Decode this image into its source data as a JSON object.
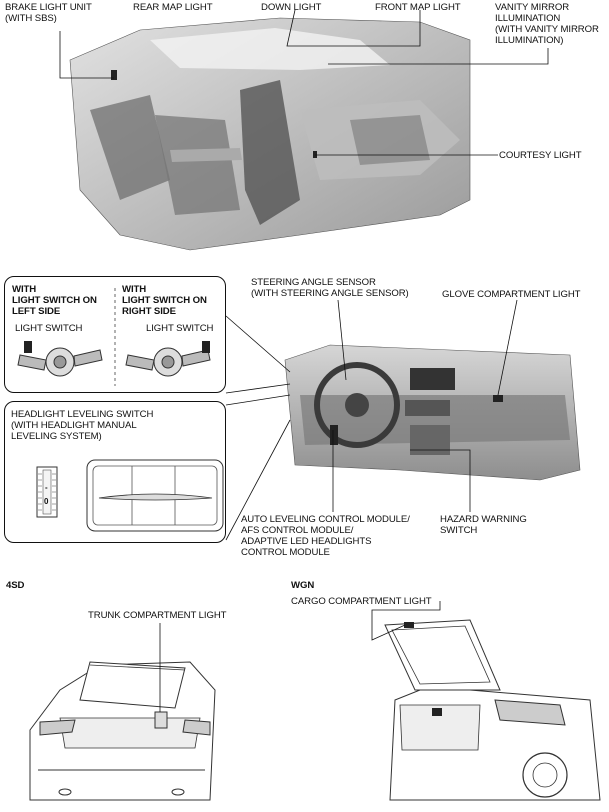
{
  "interior": {
    "brake_light_unit": "BRAKE LIGHT UNIT\n(WITH SBS)",
    "rear_map_light": "REAR MAP LIGHT",
    "down_light": "DOWN LIGHT",
    "front_map_light": "FRONT MAP LIGHT",
    "vanity_mirror": "VANITY MIRROR\nILLUMINATION\n(WITH VANITY MIRROR\nILLUMINATION)",
    "courtesy_light": "COURTESY LIGHT"
  },
  "light_switch_panel": {
    "left_heading": "WITH\nLIGHT SWITCH ON\nLEFT SIDE",
    "right_heading": "WITH\nLIGHT SWITCH ON\nRIGHT SIDE",
    "left_label": "LIGHT SWITCH",
    "right_label": "LIGHT SWITCH"
  },
  "leveling_panel": {
    "heading": "HEADLIGHT LEVELING SWITCH\n(WITH HEADLIGHT MANUAL\nLEVELING SYSTEM)",
    "marks": [
      "0",
      "-"
    ]
  },
  "dashboard": {
    "steering_angle_sensor": "STEERING ANGLE SENSOR\n(WITH STEERING ANGLE SENSOR)",
    "glove_compartment_light": "GLOVE COMPARTMENT LIGHT",
    "auto_leveling": "AUTO LEVELING CONTROL MODULE/\nAFS CONTROL MODULE/\nADAPTIVE LED HEADLIGHTS\nCONTROL MODULE",
    "hazard_warning": "HAZARD WARNING\nSWITCH"
  },
  "sedan": {
    "heading": "4SD",
    "trunk_light": "TRUNK COMPARTMENT LIGHT"
  },
  "wagon": {
    "heading": "WGN",
    "cargo_light": "CARGO COMPARTMENT LIGHT"
  }
}
